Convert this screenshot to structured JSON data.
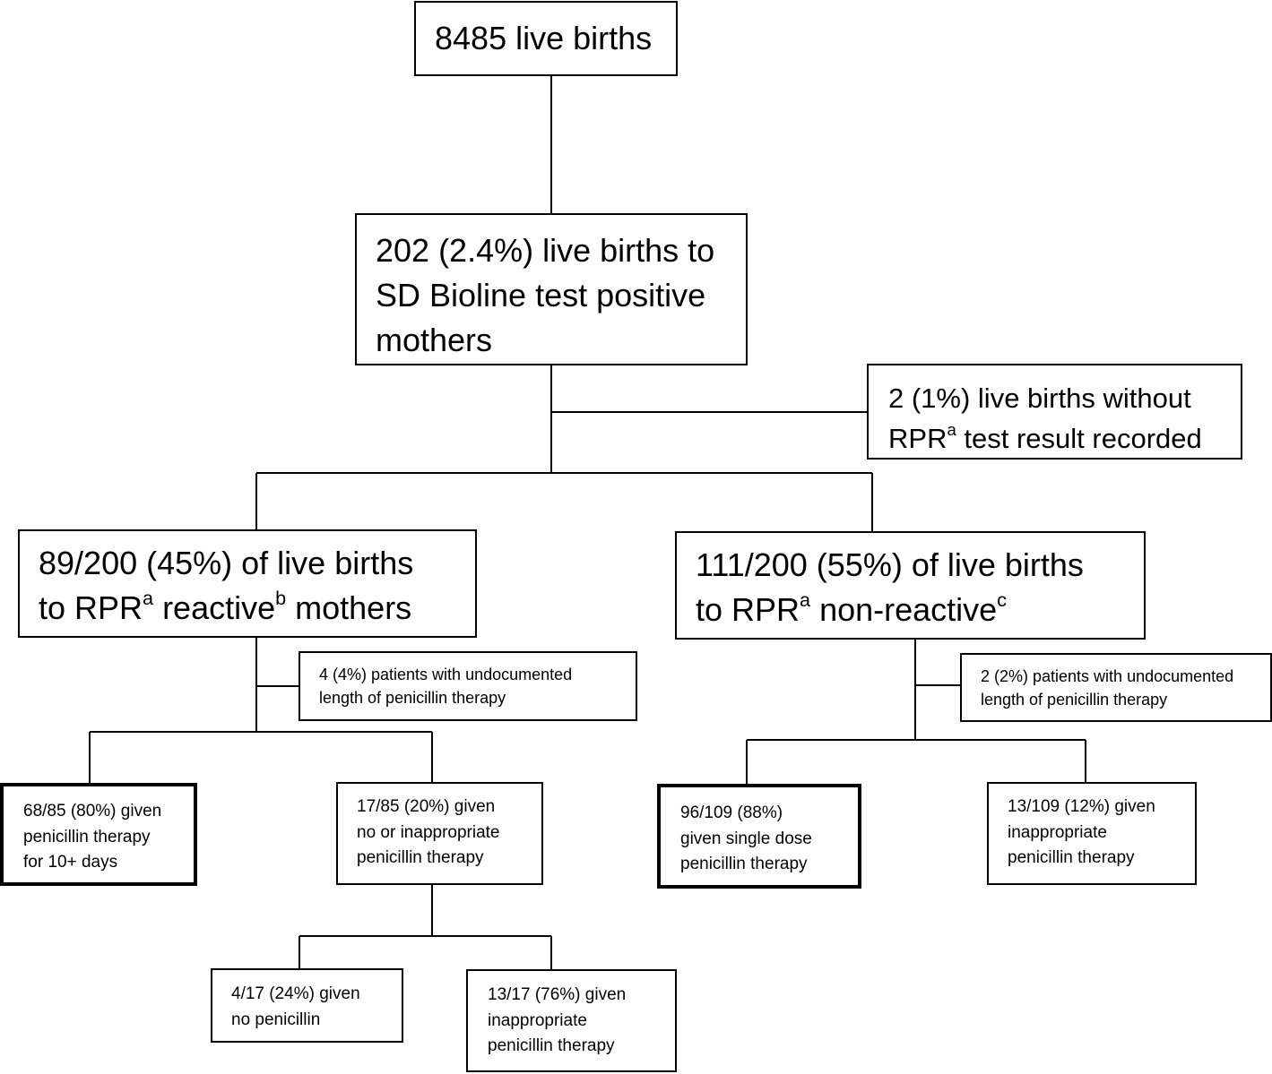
{
  "nodes": {
    "total": {
      "line1": "8485 live births"
    },
    "sd_positive": {
      "line1": "202 (2.4%) live births to",
      "line2": "SD Bioline test positive",
      "line3": "mothers"
    },
    "no_rpr": {
      "line1": "2 (1%) live births without",
      "line2a": "RPR",
      "line2sup": "a",
      "line2b": " test result recorded"
    },
    "reactive": {
      "line1": "89/200 (45%) of live births",
      "line2a": "to RPR",
      "sup1": "a",
      "line2b": " reactive",
      "sup2": "b",
      "line2c": " mothers"
    },
    "nonreactive": {
      "line1": "111/200 (55%) of live births",
      "line2a": "to RPR",
      "sup1": "a",
      "line2b": " non-reactive",
      "sup2": "c"
    },
    "undoc_left": {
      "line1": "4 (4%) patients with undocumented",
      "line2": "length of penicillin therapy"
    },
    "undoc_right": {
      "line1": "2 (2%) patients with undocumented",
      "line2": "length of penicillin therapy"
    },
    "pen10": {
      "line1": "68/85 (80%) given",
      "line2": "penicillin therapy",
      "line3": "for 10+ days"
    },
    "noinapp": {
      "line1": "17/85 (20%) given",
      "line2": "no or inappropriate",
      "line3": "penicillin therapy"
    },
    "single": {
      "line1": "96/109 (88%)",
      "line2": "given single dose",
      "line3": "penicillin therapy"
    },
    "inapp109": {
      "line1": "13/109 (12%) given",
      "line2": "inappropriate",
      "line3": "penicillin therapy"
    },
    "nopen": {
      "line1": "4/17 (24%) given",
      "line2": "no penicillin"
    },
    "inapp17": {
      "line1": "13/17 (76%) given",
      "line2": "inappropriate",
      "line3": "penicillin therapy"
    }
  }
}
